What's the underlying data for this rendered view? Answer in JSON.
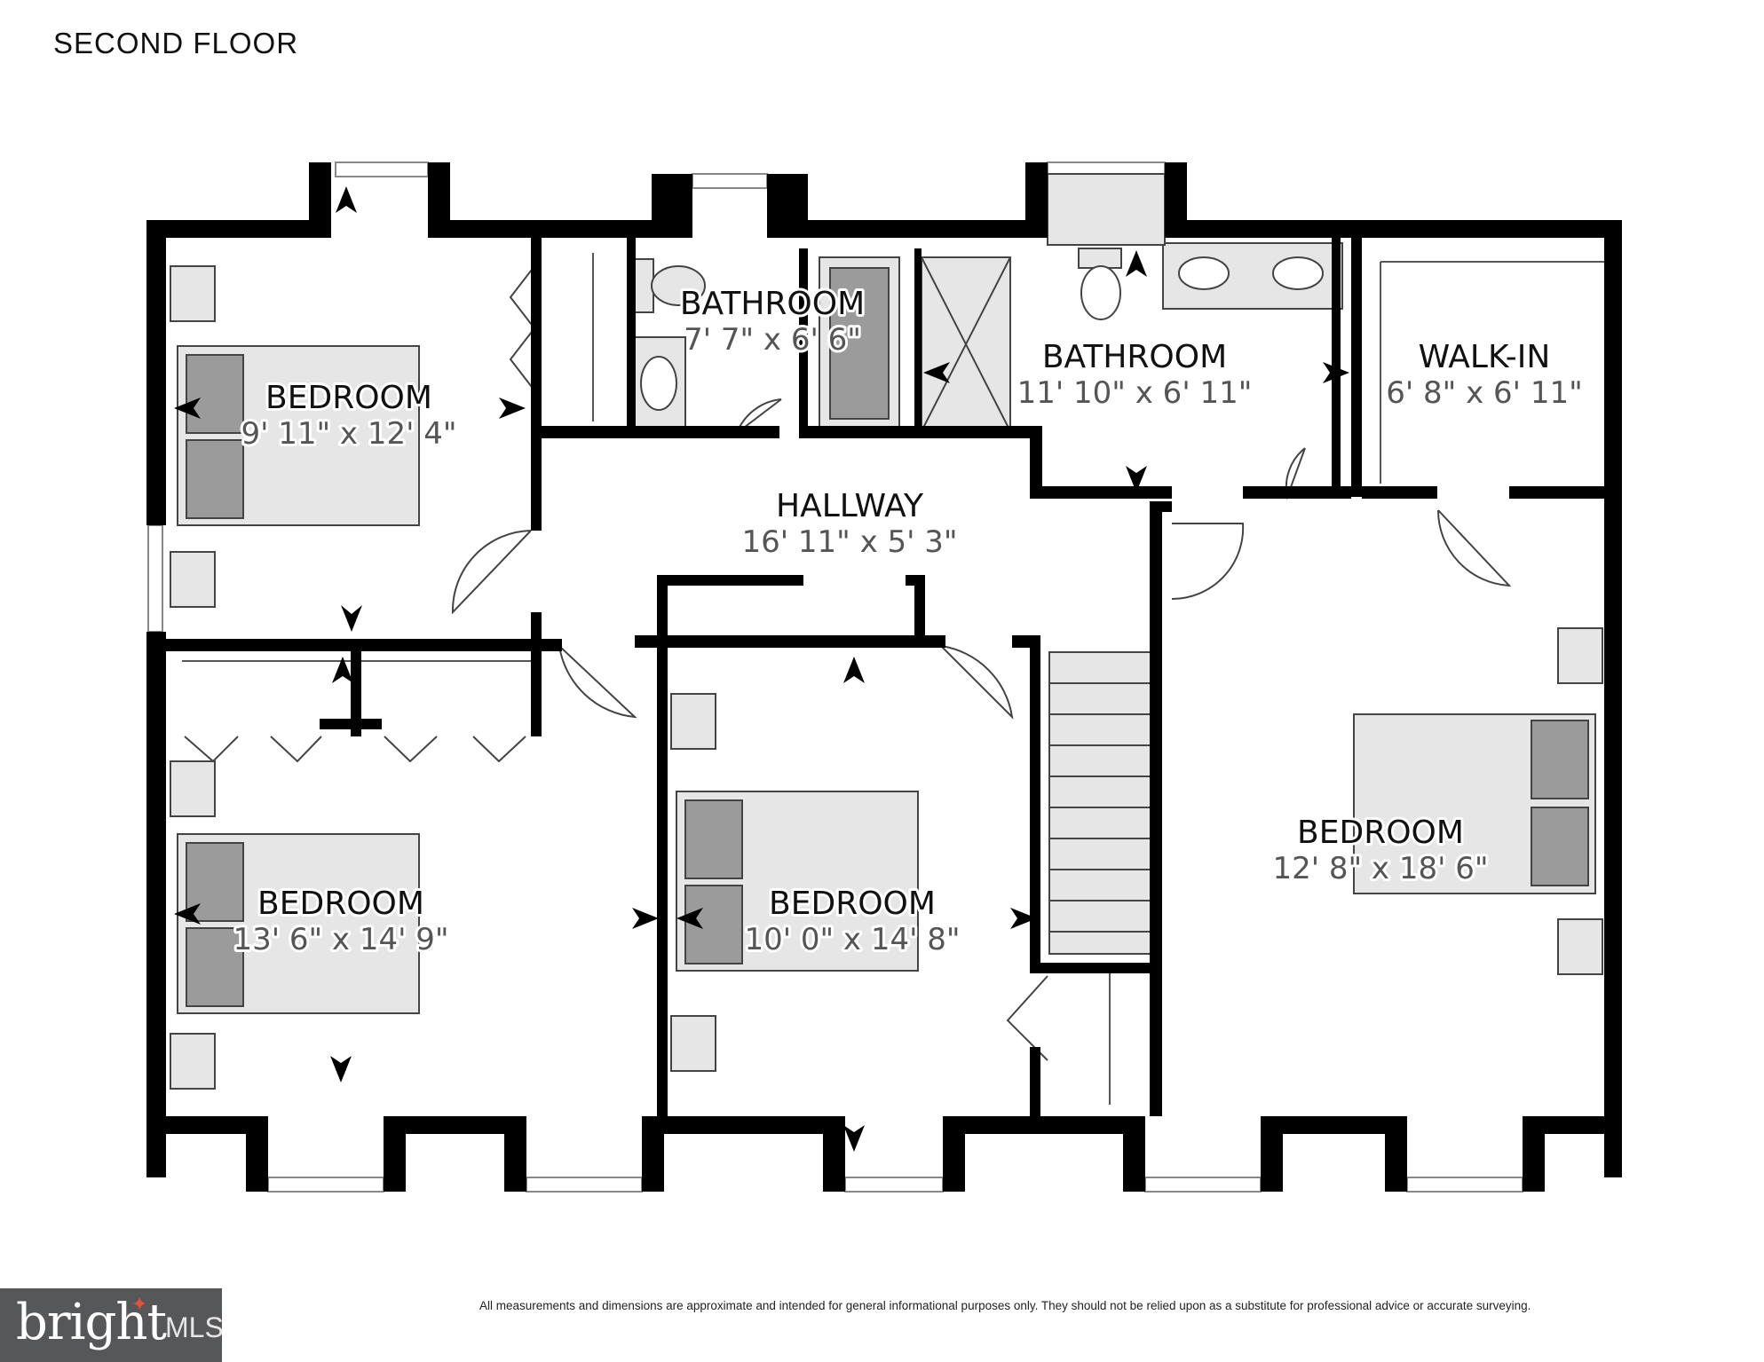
{
  "title": "SECOND FLOOR",
  "rooms": {
    "bedroom_tl": {
      "name": "BEDROOM",
      "dims": "9' 11\" x 12' 4\""
    },
    "bath_small": {
      "name": "BATHROOM",
      "dims": "7' 7\" x 6' 6\""
    },
    "bath_main": {
      "name": "BATHROOM",
      "dims": "11' 10\" x 6' 11\""
    },
    "walk_in": {
      "name": "WALK-IN",
      "dims": "6' 8\" x 6' 11\""
    },
    "hallway": {
      "name": "HALLWAY",
      "dims": "16' 11\" x 5' 3\""
    },
    "bedroom_bl": {
      "name": "BEDROOM",
      "dims": "13' 6\" x 14' 9\""
    },
    "bedroom_bm": {
      "name": "BEDROOM",
      "dims": "10' 0\" x 14' 8\""
    },
    "bedroom_r": {
      "name": "BEDROOM",
      "dims": "12' 8\" x 18' 6\""
    }
  },
  "disclaimer": "All measurements and dimensions are approximate and intended for general informational purposes only. They should not be relied upon as a substitute for professional advice or accurate surveying.",
  "logo": {
    "brand": "bright",
    "suffix": "MLS",
    "accent_color": "#e0553a",
    "background": "#555759"
  },
  "colors": {
    "wall": "#000000",
    "fixture": "#e6e6e6",
    "fixture_dark": "#9b9b9b"
  }
}
